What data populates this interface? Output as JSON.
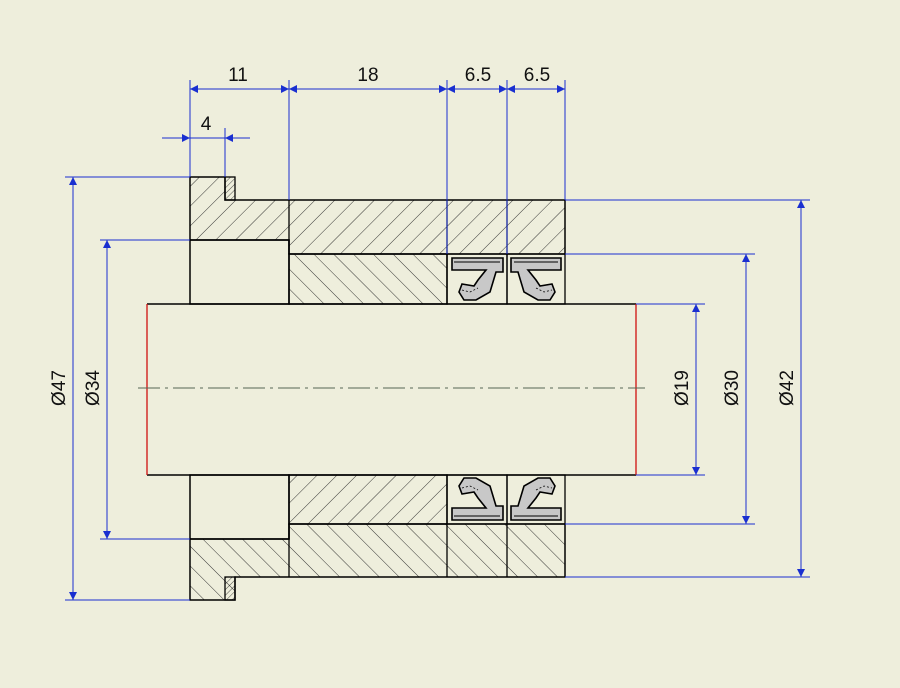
{
  "colors": {
    "background": "#eeeedc",
    "outline": "#000000",
    "dimension": "#1a2fd0",
    "shaft_edge": "#d01010",
    "centerline": "#556655",
    "seal_fill": "#c8c8c8"
  },
  "dimensions": {
    "len_11": "11",
    "len_18": "18",
    "len_6_5_a": "6.5",
    "len_6_5_b": "6.5",
    "len_4": "4",
    "dia_47": "Ø47",
    "dia_34": "Ø34",
    "dia_19": "Ø19",
    "dia_30": "Ø30",
    "dia_42": "Ø42"
  }
}
